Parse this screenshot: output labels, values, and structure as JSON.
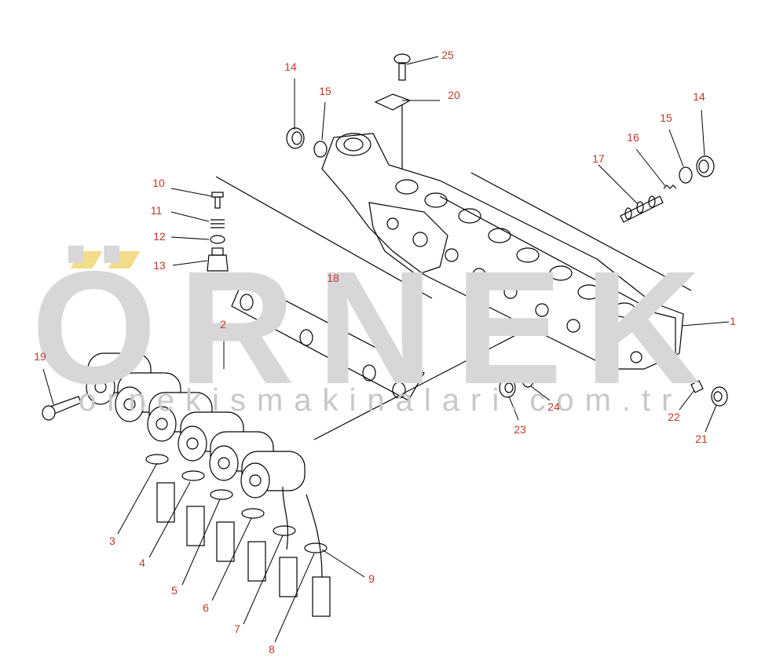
{
  "watermark": {
    "brand": "ÖRNEK",
    "url": "ornekismakinalari.com.tr"
  },
  "callouts": [
    {
      "id": "c25",
      "text": "25"
    },
    {
      "id": "c20",
      "text": "20"
    },
    {
      "id": "c14a",
      "text": "14"
    },
    {
      "id": "c15a",
      "text": "15"
    },
    {
      "id": "c14b",
      "text": "14"
    },
    {
      "id": "c15b",
      "text": "15"
    },
    {
      "id": "c16",
      "text": "16"
    },
    {
      "id": "c17",
      "text": "17"
    },
    {
      "id": "c10",
      "text": "10"
    },
    {
      "id": "c11",
      "text": "11"
    },
    {
      "id": "c12",
      "text": "12"
    },
    {
      "id": "c13",
      "text": "13"
    },
    {
      "id": "c18",
      "text": "18"
    },
    {
      "id": "c2",
      "text": "2"
    },
    {
      "id": "c1",
      "text": "1"
    },
    {
      "id": "c19",
      "text": "19"
    },
    {
      "id": "c24",
      "text": "24"
    },
    {
      "id": "c23",
      "text": "23"
    },
    {
      "id": "c22",
      "text": "22"
    },
    {
      "id": "c21",
      "text": "21"
    },
    {
      "id": "c3",
      "text": "3"
    },
    {
      "id": "c4",
      "text": "4"
    },
    {
      "id": "c5",
      "text": "5"
    },
    {
      "id": "c6",
      "text": "6"
    },
    {
      "id": "c7",
      "text": "7"
    },
    {
      "id": "c8",
      "text": "8"
    },
    {
      "id": "c9",
      "text": "9"
    }
  ]
}
